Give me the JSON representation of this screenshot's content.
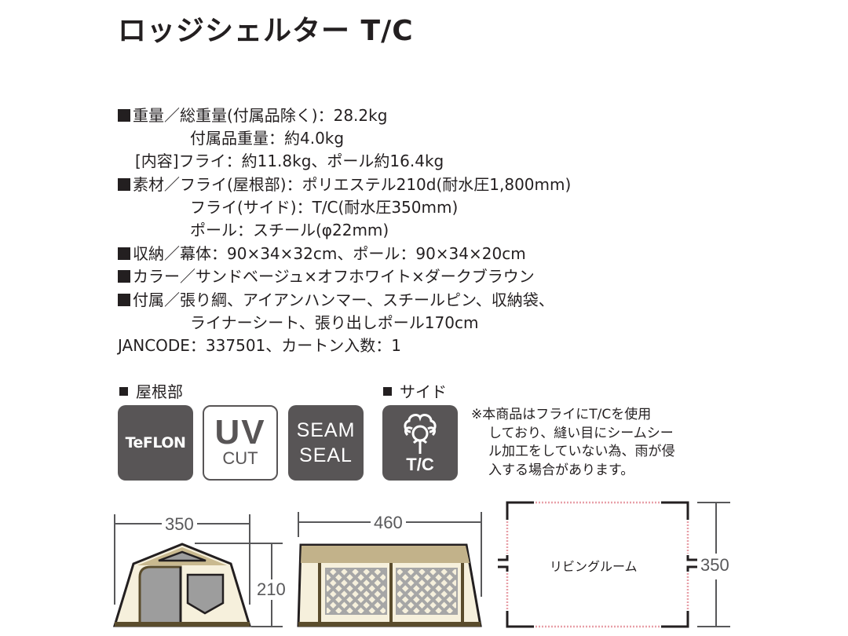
{
  "title": "ロッジシェルター T/C",
  "specs": {
    "weight_line": "重量／総重量(付属品除く)：28.2kg",
    "accessory_weight": "付属品重量：約4.0kg",
    "contents": "[内容]フライ：約11.8kg、ポール約16.4kg",
    "material_line": "素材／フライ(屋根部)：ポリエステル210d(耐水圧1,800mm)",
    "material_side": "フライ(サイド)：T/C(耐水圧350mm)",
    "material_pole": "ポール：スチール(φ22mm)",
    "storage_line": "収納／幕体：90×34×32cm、ポール：90×34×20cm",
    "color_line": "カラー／サンドベージュ×オフホワイト×ダークブラウン",
    "accessories_line": "付属／張り綱、アイアンハンマー、スチールピン、収納袋、",
    "accessories_line2": "ライナーシート、張り出しポール170cm",
    "jancode": "JANCODE：337501、カートン入数：1"
  },
  "features": {
    "roof_label": "屋根部",
    "side_label": "サイド",
    "badges": [
      {
        "name": "teflon",
        "text": "TeFLON"
      },
      {
        "name": "uv-cut",
        "line1": "UV",
        "line2": "CUT"
      },
      {
        "name": "seam-seal",
        "line1": "SEAM",
        "line2": "SEAL"
      },
      {
        "name": "tc",
        "text": "T/C"
      }
    ],
    "note_lines": [
      "※本商品はフライにT/Cを使用",
      "しており、縫い目にシームシー",
      "ル加工をしていない為、雨が侵",
      "入する場合があります。"
    ]
  },
  "dimensions": {
    "front_width": "350",
    "height": "210",
    "side_length": "460",
    "floor_depth": "350",
    "room_label": "リビングルーム"
  },
  "colors": {
    "text": "#231f20",
    "badge_dark": "#585556",
    "tent_beige": "#f6f0dc",
    "tent_khaki": "#c2b28a",
    "tent_brown": "#5a4c2c",
    "window_gray": "#9d9d9d",
    "dotted_red": "#e8a0a8"
  }
}
